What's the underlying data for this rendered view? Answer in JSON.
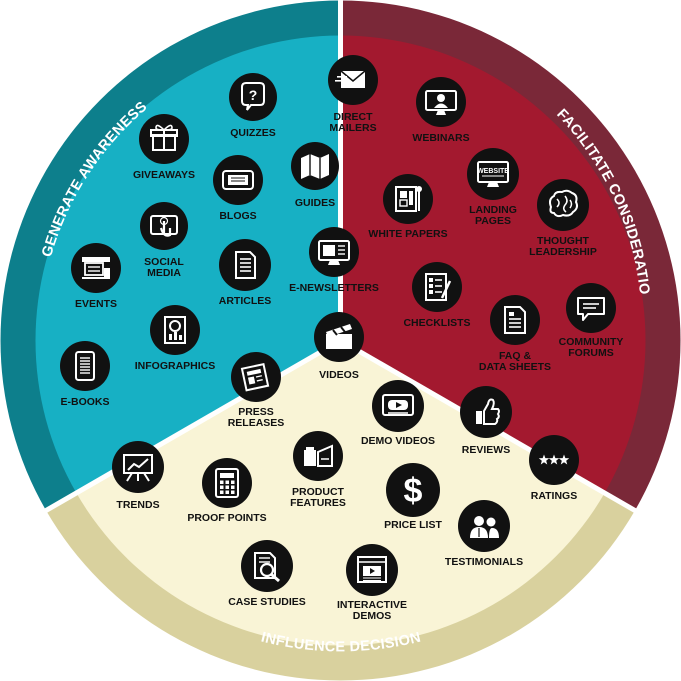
{
  "colors": {
    "awareness_ring": "#0d7f8c",
    "awareness_fill": "#17b0c4",
    "consideration_ring": "#7a2838",
    "consideration_fill": "#a3192f",
    "decision_ring": "#d9d19e",
    "decision_fill": "#f9f4d6",
    "icon_bg": "#111111",
    "icon_fg": "#ffffff"
  },
  "sections": {
    "awareness": "GENERATE AWARENESS",
    "consideration": "FACILITATE CONSIDERATION",
    "decision": "INFLUENCE DECISION"
  },
  "items": [
    {
      "key": "quizzes",
      "icon": "question-bubble-icon",
      "lines": [
        "QUIZZES"
      ]
    },
    {
      "key": "direct-mailers",
      "icon": "envelope-icon",
      "lines": [
        "DIRECT",
        "MAILERS"
      ]
    },
    {
      "key": "giveaways",
      "icon": "gift-icon",
      "lines": [
        "GIVEAWAYS"
      ]
    },
    {
      "key": "blogs",
      "icon": "phone-icon",
      "lines": [
        "BLOGS"
      ]
    },
    {
      "key": "guides",
      "icon": "map-icon",
      "lines": [
        "GUIDES"
      ]
    },
    {
      "key": "social-media",
      "icon": "touch-screen-icon",
      "lines": [
        "SOCIAL",
        "MEDIA"
      ]
    },
    {
      "key": "events",
      "icon": "event-stand-icon",
      "lines": [
        "EVENTS"
      ]
    },
    {
      "key": "articles",
      "icon": "document-icon",
      "lines": [
        "ARTICLES"
      ]
    },
    {
      "key": "e-newsletters",
      "icon": "monitor-icon",
      "lines": [
        "E-NEWSLETTERS"
      ]
    },
    {
      "key": "infographics",
      "icon": "infographic-icon",
      "lines": [
        "INFOGRAPHICS"
      ]
    },
    {
      "key": "e-books",
      "icon": "tablet-icon",
      "lines": [
        "E-BOOKS"
      ]
    },
    {
      "key": "webinars",
      "icon": "webinar-icon",
      "lines": [
        "WEBINARS"
      ]
    },
    {
      "key": "landing-pages",
      "icon": "website-icon",
      "badge": "WEBSITE",
      "lines": [
        "LANDING",
        "PAGES"
      ]
    },
    {
      "key": "white-papers",
      "icon": "blueprint-icon",
      "lines": [
        "WHITE PAPERS"
      ]
    },
    {
      "key": "thought-leadership",
      "icon": "brain-icon",
      "lines": [
        "THOUGHT",
        "LEADERSHIP"
      ]
    },
    {
      "key": "checklists",
      "icon": "checklist-icon",
      "lines": [
        "CHECKLISTS"
      ]
    },
    {
      "key": "faq-data-sheets",
      "icon": "data-sheet-icon",
      "lines": [
        "FAQ &",
        "DATA SHEETS"
      ]
    },
    {
      "key": "community-forums",
      "icon": "chat-bubble-icon",
      "lines": [
        "COMMUNITY",
        "FORUMS"
      ]
    },
    {
      "key": "reviews",
      "icon": "thumbs-up-icon",
      "lines": [
        "REVIEWS"
      ]
    },
    {
      "key": "ratings",
      "icon": "stars-icon",
      "lines": [
        "RATINGS"
      ]
    },
    {
      "key": "videos",
      "icon": "clapperboard-icon",
      "lines": [
        "VIDEOS"
      ]
    },
    {
      "key": "press-releases",
      "icon": "newspaper-icon",
      "lines": [
        "PRESS",
        "RELEASES"
      ]
    },
    {
      "key": "demo-videos",
      "icon": "play-screen-icon",
      "lines": [
        "DEMO VIDEOS"
      ]
    },
    {
      "key": "trends",
      "icon": "trend-chart-icon",
      "lines": [
        "TRENDS"
      ]
    },
    {
      "key": "proof-points",
      "icon": "calculator-icon",
      "lines": [
        "PROOF POINTS"
      ]
    },
    {
      "key": "product-features",
      "icon": "product-boxes-icon",
      "lines": [
        "PRODUCT",
        "FEATURES"
      ]
    },
    {
      "key": "price-list",
      "icon": "dollar-icon",
      "lines": [
        "PRICE LIST"
      ]
    },
    {
      "key": "testimonials",
      "icon": "people-icon",
      "lines": [
        "TESTIMONIALS"
      ]
    },
    {
      "key": "case-studies",
      "icon": "magnifier-doc-icon",
      "lines": [
        "CASE STUDIES"
      ]
    },
    {
      "key": "interactive-demos",
      "icon": "browser-play-icon",
      "lines": [
        "INTERACTIVE",
        "DEMOS"
      ]
    }
  ]
}
